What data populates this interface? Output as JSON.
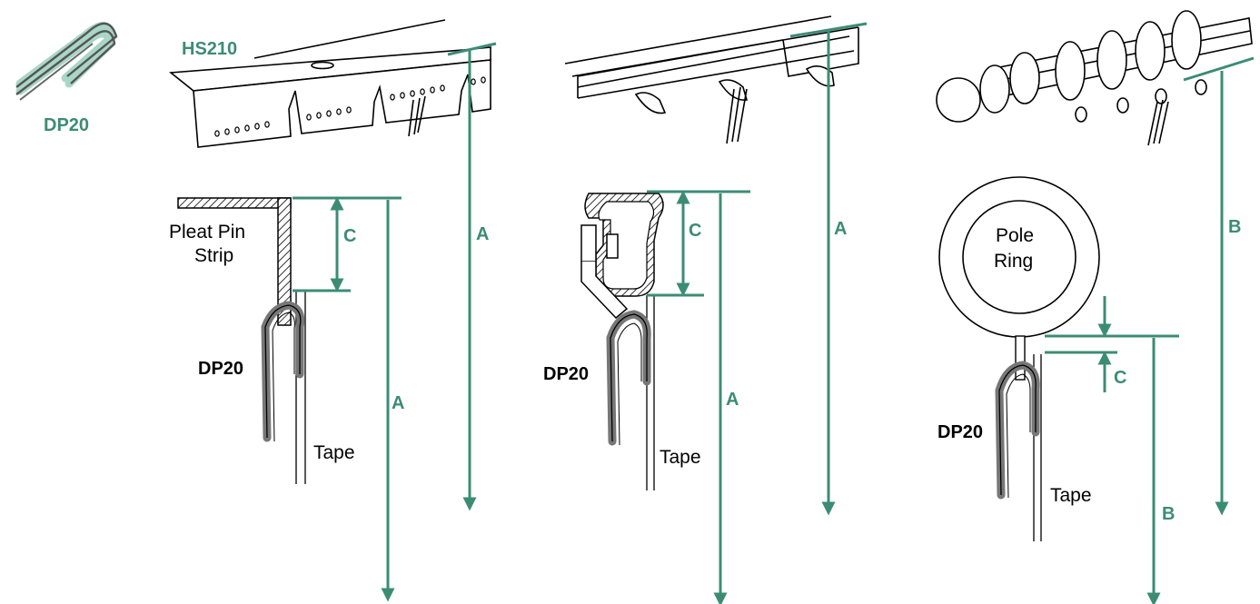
{
  "colors": {
    "accent": "#3c8c74",
    "pin_light": "#a9d6c6",
    "pin_dark": "#777777",
    "line": "#000000"
  },
  "labels": {
    "dp20_topleft": "DP20",
    "hs210": "HS210",
    "pleat_pin_strip_line1": "Pleat Pin",
    "pleat_pin_strip_line2": "Strip",
    "pole_ring_line1": "Pole",
    "pole_ring_line2": "Ring",
    "dp20": "DP20",
    "tape": "Tape",
    "a": "A",
    "b": "B",
    "c": "C"
  }
}
